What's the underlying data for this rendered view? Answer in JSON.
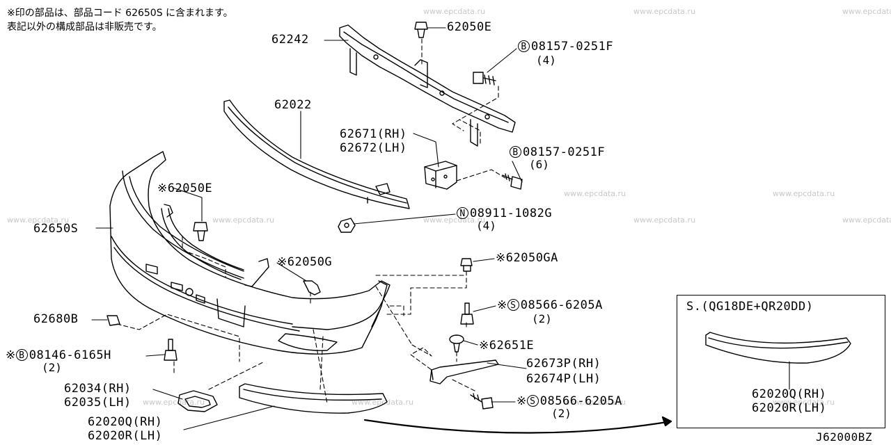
{
  "notes": {
    "line1": "※印の部品は、部品コード 62650S に含まれます。",
    "line2": "表記以外の構成部品は非販売です。"
  },
  "watermark": "www.epcdata.ru",
  "diagram_code": "J62000BZ",
  "symbols": {
    "asterisk": "※",
    "bolt_b": "B",
    "nut_n": "N",
    "screw_s": "S"
  },
  "inset": {
    "title": "S.(QG18DE+QR20DD)",
    "part_rh": "62020Q(RH)",
    "part_lh": "62020R(LH)"
  },
  "parts": {
    "p62242": "62242",
    "p62050E_top": "62050E",
    "p08157_0251F_a": "08157-0251F",
    "qty_a": "(4)",
    "p62022": "62022",
    "p62671": "62671(RH)",
    "p62672": "62672(LH)",
    "p08157_0251F_b": "08157-0251F",
    "qty_b": "(6)",
    "p62050E_mid": "62050E",
    "p62650S": "62650S",
    "p08911": "08911-1082G",
    "qty_n": "(4)",
    "p62050G": "62050G",
    "p62050GA": "62050GA",
    "p08566_a": "08566-6205A",
    "qty_s1": "(2)",
    "p62680B": "62680B",
    "p62651E": "62651E",
    "p08146": "08146-6165H",
    "qty_b2": "(2)",
    "p62673P": "62673P(RH)",
    "p62674P": "62674P(LH)",
    "p62034": "62034(RH)",
    "p62035": "62035(LH)",
    "p08566_b": "08566-6205A",
    "qty_s2": "(2)",
    "p62020Q": "62020Q(RH)",
    "p62020R": "62020R(LH)"
  }
}
